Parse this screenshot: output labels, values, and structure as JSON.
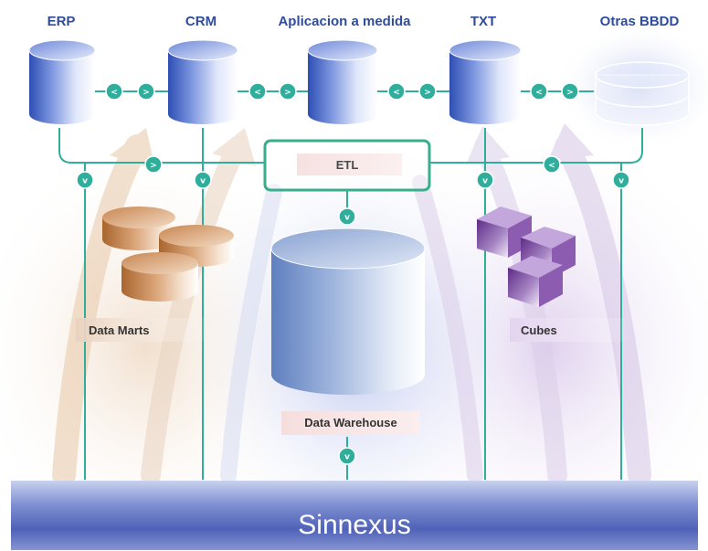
{
  "sources": [
    {
      "label": "ERP"
    },
    {
      "label": "CRM"
    },
    {
      "label": "Aplicacion a medida"
    },
    {
      "label": "TXT"
    },
    {
      "label": "Otras BBDD"
    }
  ],
  "etl": {
    "label": "ETL"
  },
  "data_marts": {
    "label": "Data Marts"
  },
  "data_warehouse": {
    "label": "Data Warehouse"
  },
  "cubes": {
    "label": "Cubes"
  },
  "footer": {
    "brand": "Sinnexus"
  },
  "connector_glyphs": {
    "left": "<",
    "right": ">",
    "down": "v"
  },
  "colors": {
    "blue_cylinder": "#4468c6",
    "connector_teal": "#2fae9c",
    "etl_border": "#3aae8c",
    "marts_orange": "#b8733b",
    "cubes_purple": "#7d4aa0",
    "footer_blue": "#5e70bf"
  }
}
